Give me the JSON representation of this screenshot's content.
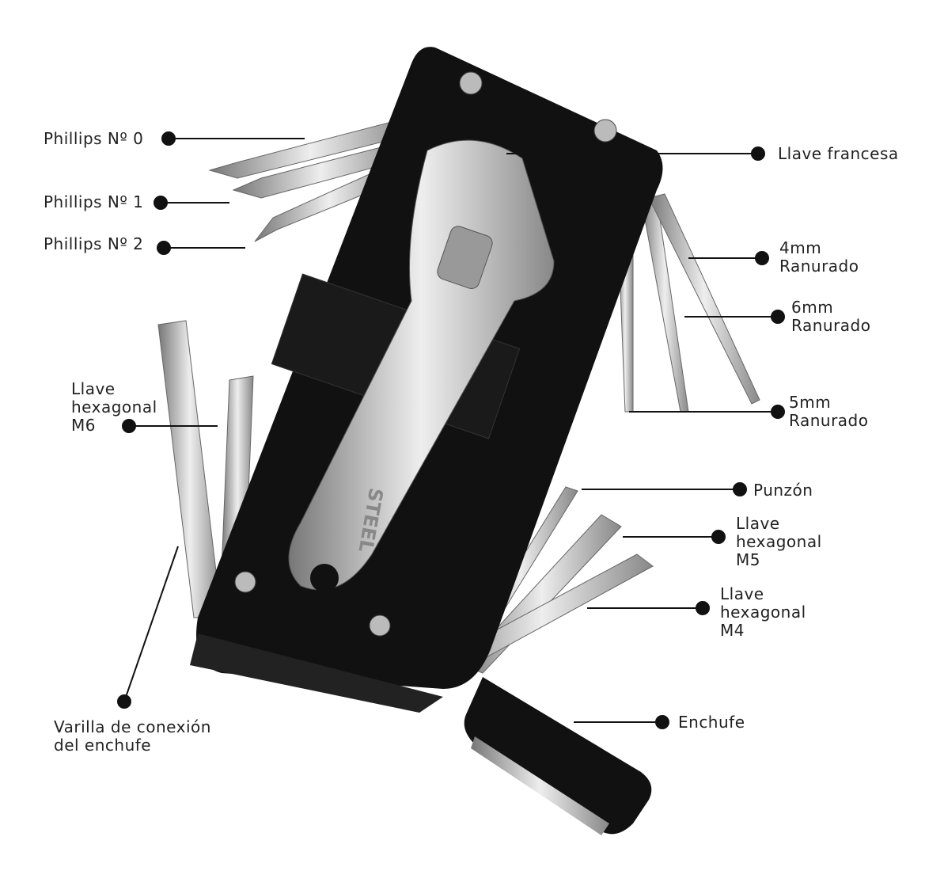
{
  "labels": {
    "phillips0": "Phillips Nº 0",
    "phillips1": "Phillips Nº 1",
    "phillips2": "Phillips Nº 2",
    "llave_francesa": "Llave francesa",
    "r4_a": "4mm",
    "r4_b": "Ranurado",
    "r6_a": "6mm",
    "r6_b": "Ranurado",
    "r5_a": "5mm",
    "r5_b": "Ranurado",
    "m6_a": "Llave",
    "m6_b": "hexagonal",
    "m6_c": "M6",
    "punzon": "Punzón",
    "m5_a": "Llave",
    "m5_b": "hexagonal",
    "m5_c": "M5",
    "m4_a": "Llave",
    "m4_b": "hexagonal",
    "m4_c": "M4",
    "varilla_a": "Varilla de conexión",
    "varilla_b": "del enchufe",
    "enchufe": "Enchufe"
  },
  "emboss": "STEEL",
  "colors": {
    "body": "#111111",
    "steel": "#c8c8c8",
    "line": "#111111"
  }
}
